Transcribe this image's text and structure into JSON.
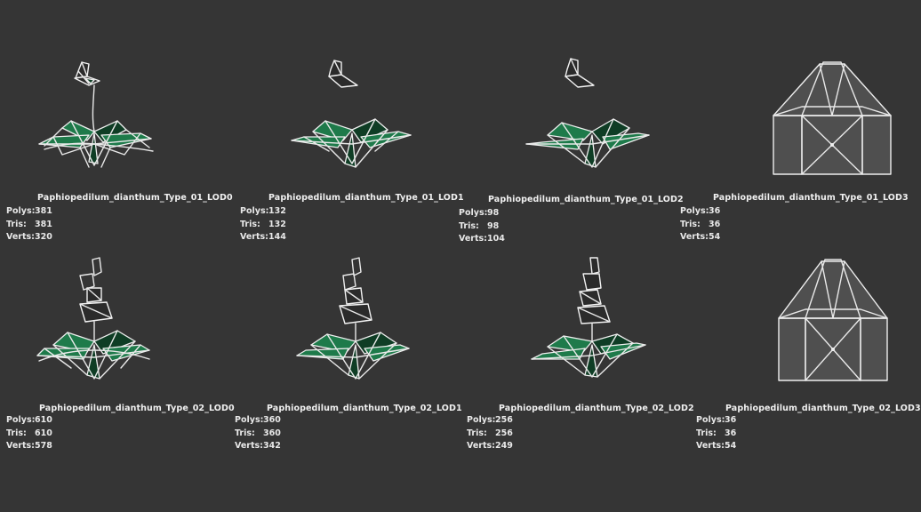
{
  "stat_labels": {
    "polys": "Polys:",
    "tris": "Tris:",
    "verts": "Verts:"
  },
  "models": [
    {
      "name": "Paphiopedilum_dianthum_Type_01_LOD0",
      "polys": "381",
      "tris": "381",
      "verts": "320"
    },
    {
      "name": "Paphiopedilum_dianthum_Type_01_LOD1",
      "polys": "132",
      "tris": "132",
      "verts": "144"
    },
    {
      "name": "Paphiopedilum_dianthum_Type_01_LOD2",
      "polys": "98",
      "tris": "98",
      "verts": "104"
    },
    {
      "name": "Paphiopedilum_dianthum_Type_01_LOD3",
      "polys": "36",
      "tris": "36",
      "verts": "54"
    },
    {
      "name": "Paphiopedilum_dianthum_Type_02_LOD0",
      "polys": "610",
      "tris": "610",
      "verts": "578"
    },
    {
      "name": "Paphiopedilum_dianthum_Type_02_LOD1",
      "polys": "360",
      "tris": "360",
      "verts": "342"
    },
    {
      "name": "Paphiopedilum_dianthum_Type_02_LOD2",
      "polys": "256",
      "tris": "256",
      "verts": "249"
    },
    {
      "name": "Paphiopedilum_dianthum_Type_02_LOD3",
      "polys": "36",
      "tris": "36",
      "verts": "54"
    }
  ]
}
